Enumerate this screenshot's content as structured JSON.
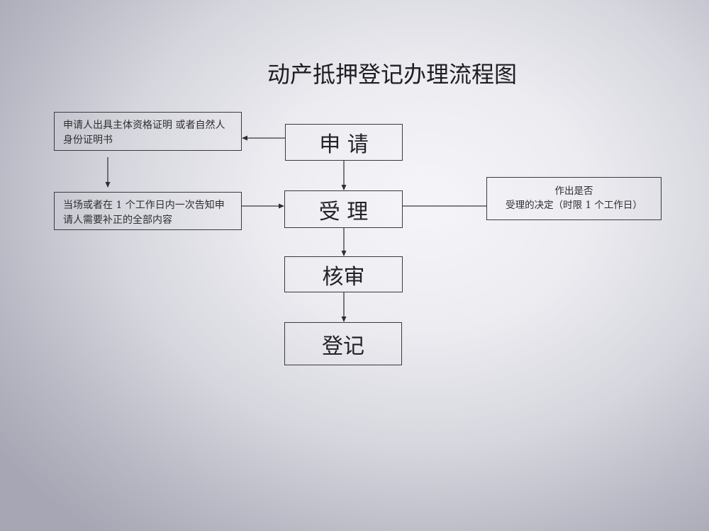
{
  "title": "动产抵押登记办理流程图",
  "steps": [
    {
      "label": "申 请"
    },
    {
      "label": "受 理"
    },
    {
      "label": "核审"
    },
    {
      "label": "登记"
    }
  ],
  "notes": {
    "identity": {
      "lines": [
        "申请人出具主体资格证明 或者自然人",
        "身份证明书"
      ]
    },
    "supplement": {
      "lines": [
        "当场或者在 1 个工作日内一次告知申",
        "请人需要补正的全部内容"
      ]
    },
    "decision": {
      "lines": [
        "作出是否",
        "受理的决定（时限 1 个工作日）"
      ]
    }
  },
  "colors": {
    "line": "#3a3a3c",
    "text": "#2a2a2a"
  }
}
